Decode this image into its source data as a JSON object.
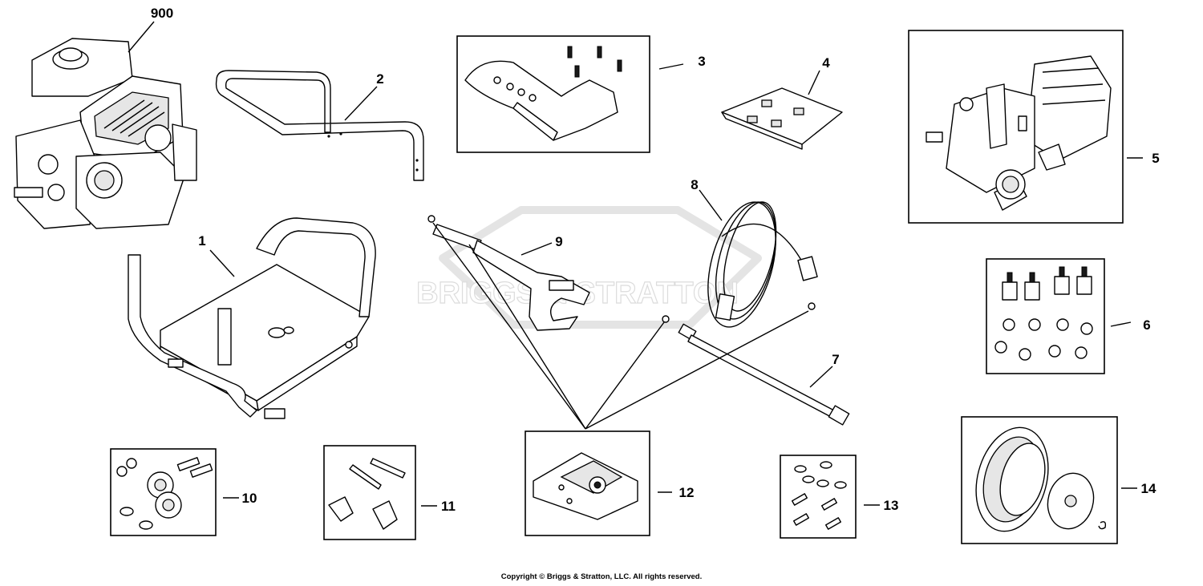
{
  "watermark": "BRIGGS & STRATTON",
  "copyright": "Copyright © Briggs & Stratton, LLC. All rights reserved.",
  "callouts": {
    "c900": "900",
    "c1": "1",
    "c2": "2",
    "c3": "3",
    "c4": "4",
    "c5": "5",
    "c6": "6",
    "c7": "7",
    "c8": "8",
    "c9": "9",
    "c10": "10",
    "c11": "11",
    "c12": "12",
    "c13": "13",
    "c14": "14"
  },
  "colors": {
    "line": "#000000",
    "background": "#ffffff",
    "watermark": "#e8e8e8"
  }
}
